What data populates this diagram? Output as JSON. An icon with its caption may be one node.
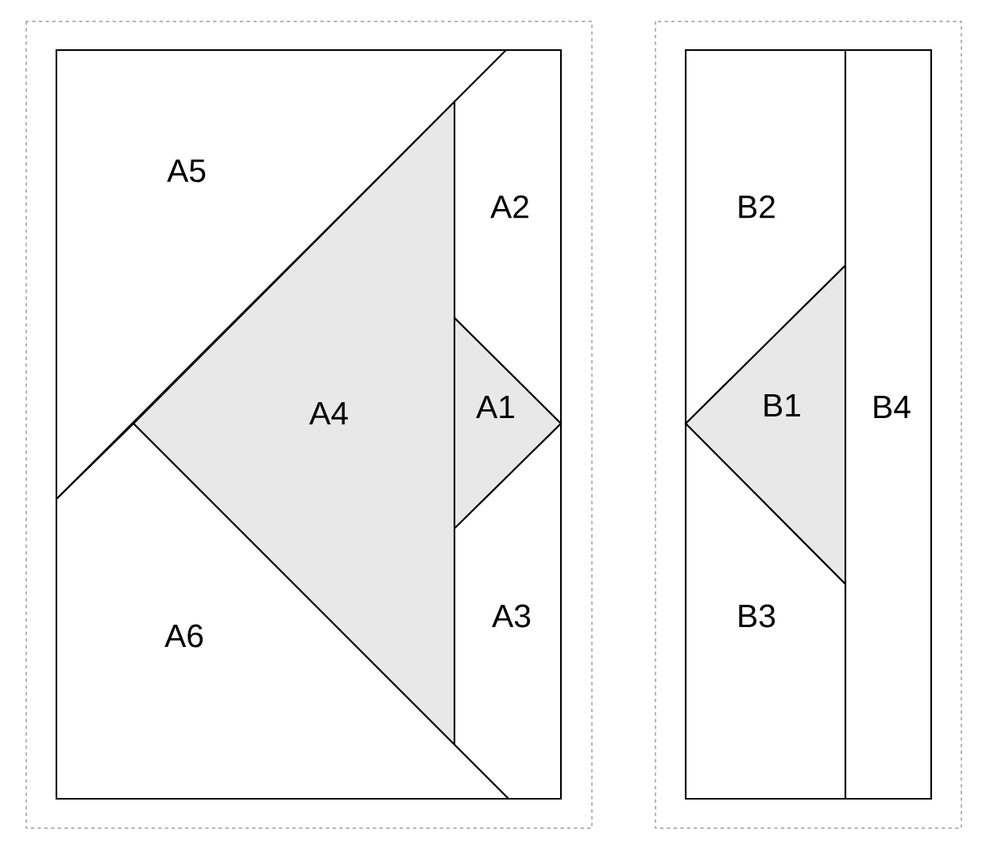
{
  "diagram": {
    "nodes": [
      {
        "text": [
          "A5"
        ]
      },
      {
        "text": [
          "A2"
        ]
      },
      {
        "text": [
          "A4"
        ]
      },
      {
        "text": [
          "A1"
        ]
      },
      {
        "text": [
          "A3"
        ]
      },
      {
        "text": [
          "A6"
        ]
      },
      {
        "text": [
          "B2"
        ]
      },
      {
        "text": [
          "B1"
        ]
      },
      {
        "text": [
          "B4"
        ]
      },
      {
        "text": [
          "B3"
        ]
      }
    ]
  }
}
